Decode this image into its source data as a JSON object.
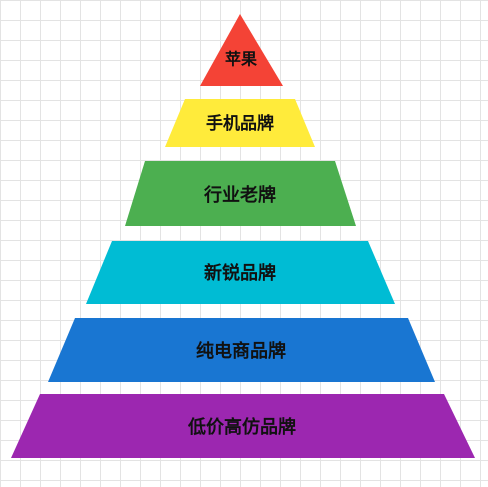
{
  "diagram": {
    "type": "pyramid",
    "tiers": [
      {
        "label": "苹果",
        "color": "#f44336"
      },
      {
        "label": "手机品牌",
        "color": "#ffeb3b"
      },
      {
        "label": "行业老牌",
        "color": "#4caf50"
      },
      {
        "label": "新锐品牌",
        "color": "#00bcd4"
      },
      {
        "label": "纯电商品牌",
        "color": "#1976d2"
      },
      {
        "label": "低价高仿品牌",
        "color": "#9c27b0"
      }
    ]
  }
}
